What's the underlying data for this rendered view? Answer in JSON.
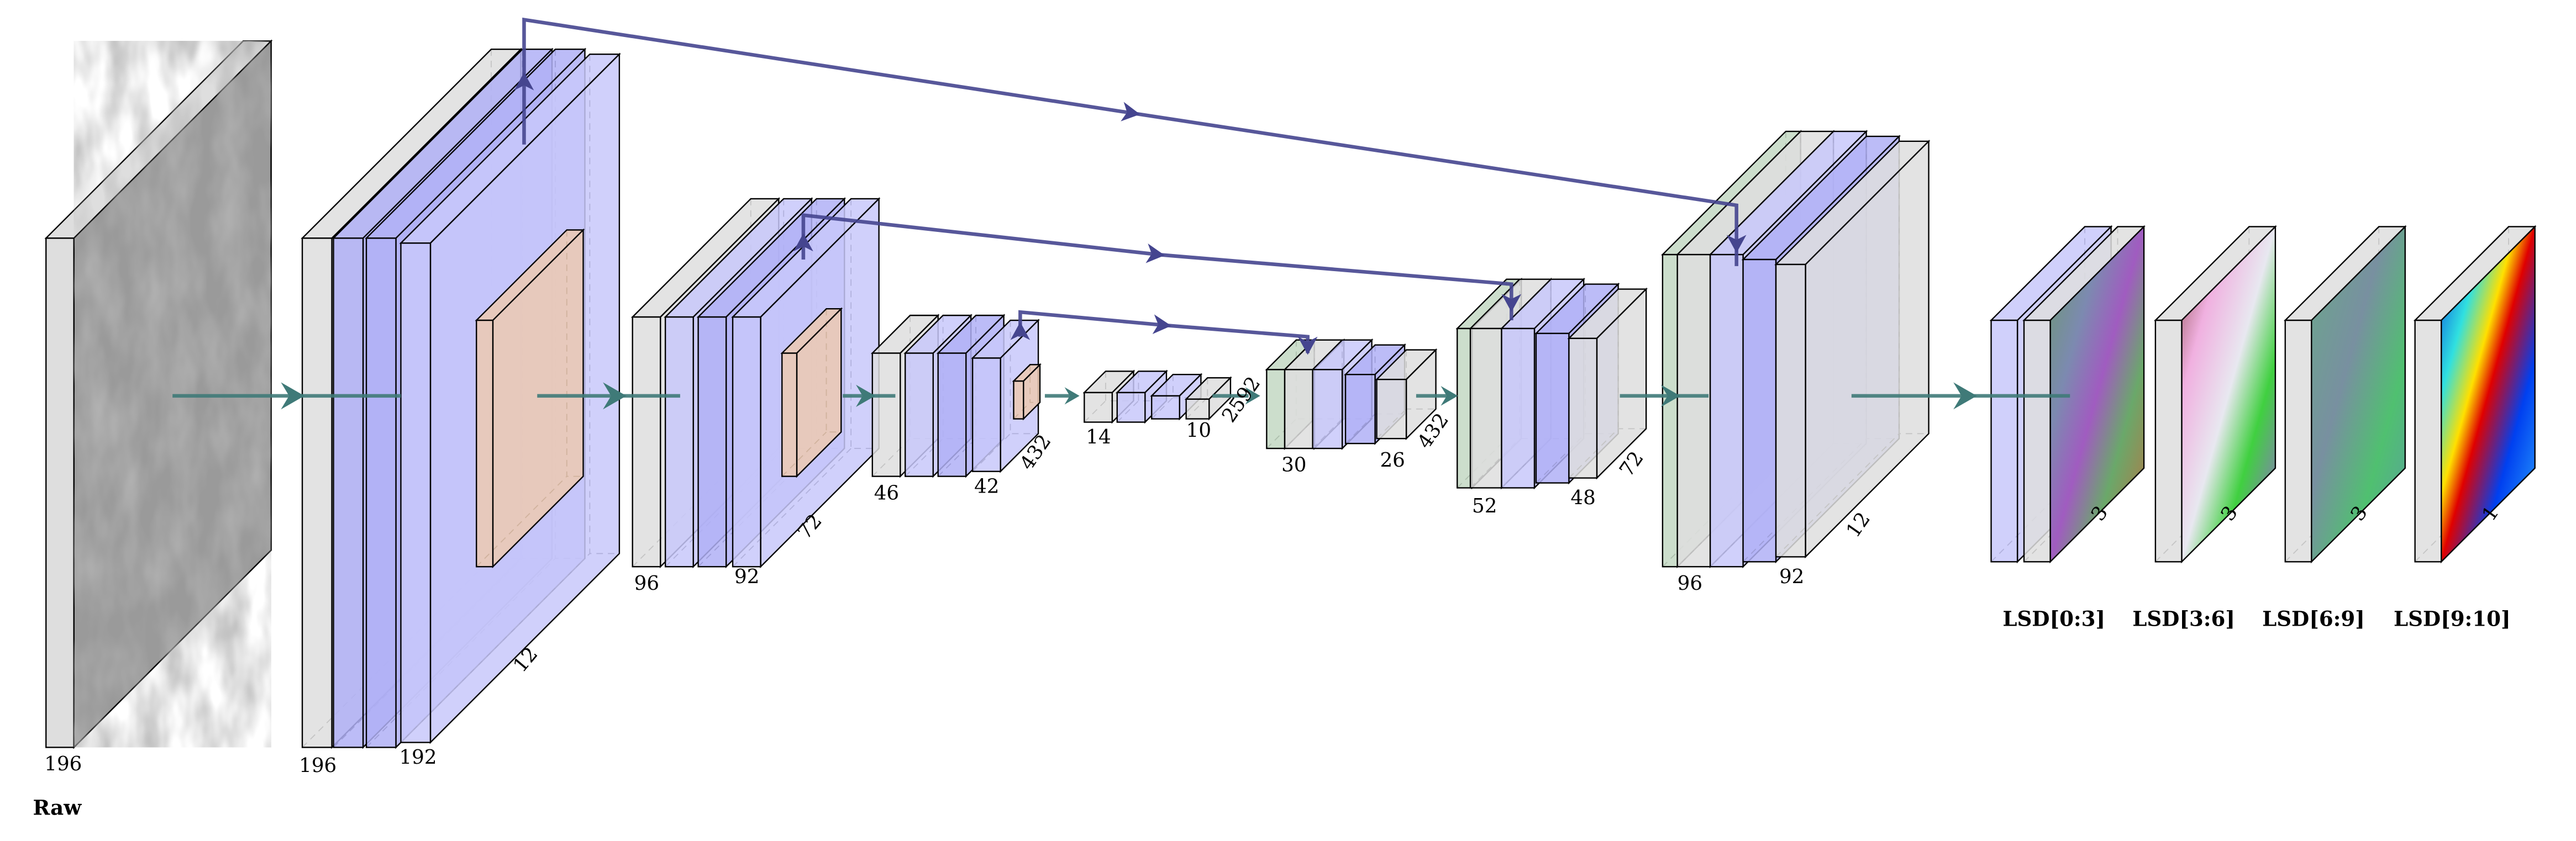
{
  "input": {
    "label": "Raw",
    "size": "196"
  },
  "encoder": [
    {
      "name": "level1",
      "labels": [
        "196",
        "192",
        "12"
      ]
    },
    {
      "name": "level2",
      "labels": [
        "96",
        "92",
        "72"
      ]
    },
    {
      "name": "level3",
      "labels": [
        "46",
        "42",
        "432"
      ]
    },
    {
      "name": "bottleneck",
      "labels": [
        "14",
        "10",
        "2592"
      ]
    }
  ],
  "decoder": [
    {
      "name": "level3",
      "labels": [
        "30",
        "26",
        "432"
      ]
    },
    {
      "name": "level2",
      "labels": [
        "52",
        "48",
        "72"
      ]
    },
    {
      "name": "level1",
      "labels": [
        "96",
        "92",
        "12"
      ]
    }
  ],
  "outputs": [
    {
      "label": "LSD[0:3]",
      "channels": "3"
    },
    {
      "label": "LSD[3:6]",
      "channels": "3"
    },
    {
      "label": "LSD[6:9]",
      "channels": "3"
    },
    {
      "label": "LSD[9:10]",
      "channels": "1"
    }
  ],
  "colors": {
    "gray": "#dedede",
    "blue": "#b0b0f6",
    "lightblue": "#c8c8fa",
    "green": "#c3d8c3",
    "orange": "#ecc9b0",
    "flow_arrow": "#3f7a78",
    "skip_arrow": "#45458f"
  }
}
